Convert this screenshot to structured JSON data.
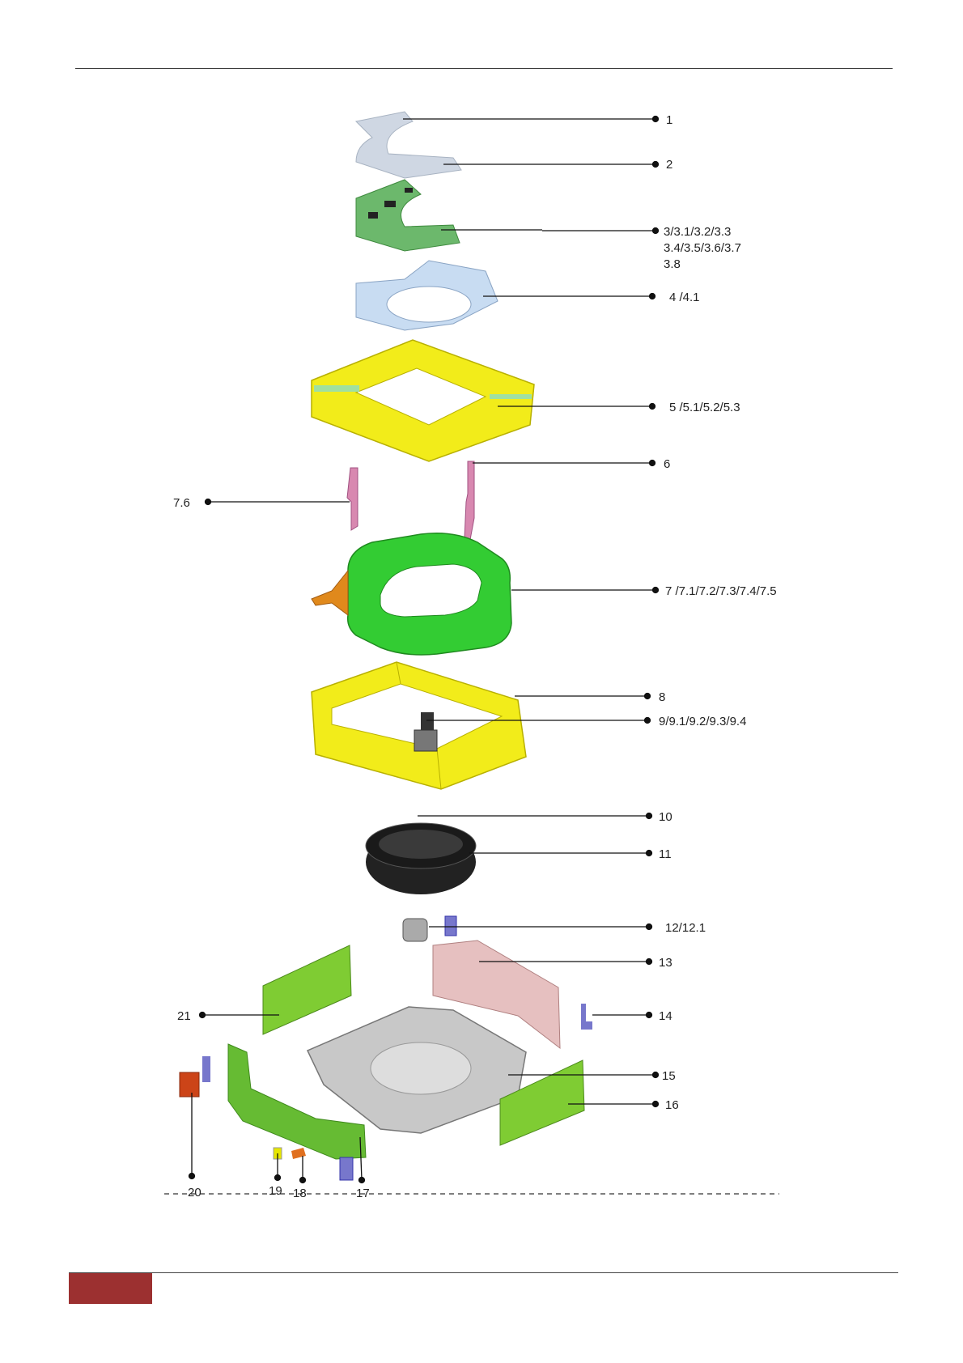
{
  "colors": {
    "accent": "#9c3030",
    "frame_yellow": "#f2ec1a",
    "coil_green": "#33cc33",
    "panel_green": "#7fcc33",
    "board_green": "#5cac5c",
    "line": "#111111"
  },
  "callouts": [
    {
      "id": "c1",
      "text": "1"
    },
    {
      "id": "c2",
      "text": "2"
    },
    {
      "id": "c3",
      "text": "3/3.1/3.2/3.3"
    },
    {
      "id": "c3b",
      "text": "3.4/3.5/3.6/3.7"
    },
    {
      "id": "c3c",
      "text": "3.8"
    },
    {
      "id": "c4",
      "text": "4 /4.1"
    },
    {
      "id": "c5",
      "text": "5 /5.1/5.2/5.3"
    },
    {
      "id": "c6",
      "text": "6"
    },
    {
      "id": "c76",
      "text": "7.6"
    },
    {
      "id": "c7",
      "text": "7 /7.1/7.2/7.3/7.4/7.5"
    },
    {
      "id": "c8",
      "text": "8"
    },
    {
      "id": "c9",
      "text": "9/9.1/9.2/9.3/9.4"
    },
    {
      "id": "c10",
      "text": "10"
    },
    {
      "id": "c11",
      "text": "11"
    },
    {
      "id": "c12",
      "text": "12/12.1"
    },
    {
      "id": "c13",
      "text": "13"
    },
    {
      "id": "c14",
      "text": "14"
    },
    {
      "id": "c21",
      "text": "21"
    },
    {
      "id": "c15",
      "text": "15"
    },
    {
      "id": "c16",
      "text": "16"
    },
    {
      "id": "c20",
      "text": "20"
    },
    {
      "id": "c19",
      "text": "19"
    },
    {
      "id": "c18",
      "text": "18"
    },
    {
      "id": "c17",
      "text": "17"
    }
  ]
}
